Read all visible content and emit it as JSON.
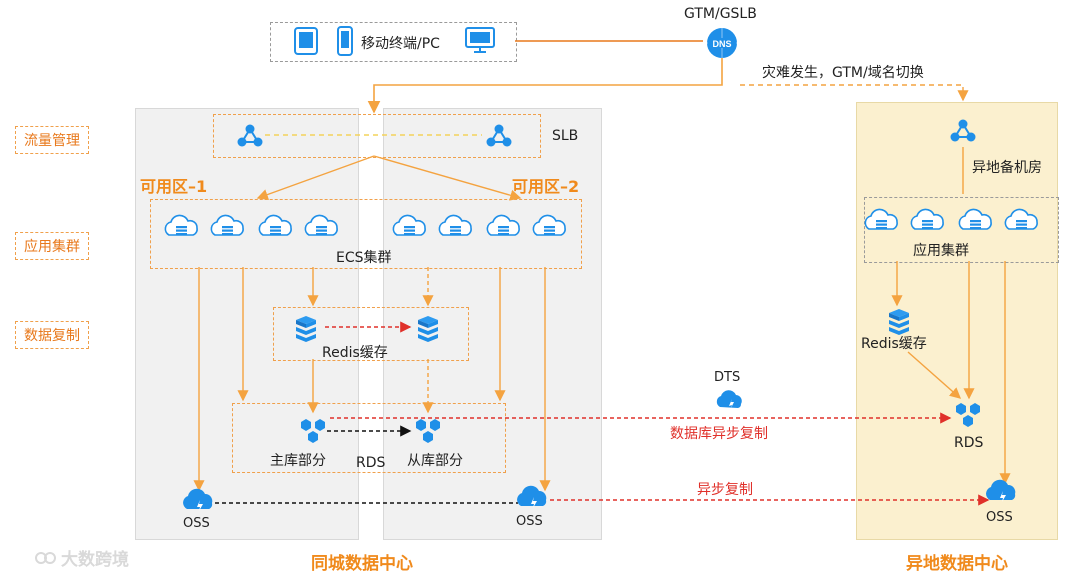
{
  "client": {
    "label": "移动终端/PC",
    "icons": [
      "tablet-icon",
      "phone-icon",
      "monitor-icon"
    ]
  },
  "gtm": {
    "title": "GTM/GSLB",
    "icon_text": "DNS",
    "failover_label": "灾难发生，GTM/域名切换"
  },
  "row_tags": [
    "流量管理",
    "应用集群",
    "数据复制"
  ],
  "local_dc": {
    "title": "同城数据中心",
    "slb_label": "SLB",
    "az1": "可用区–1",
    "az2": "可用区–2",
    "ecs_label": "ECS集群",
    "redis_label": "Redis缓存",
    "rds": {
      "label": "RDS",
      "primary": "主库部分",
      "replica": "从库部分"
    },
    "oss_left": "OSS",
    "oss_right": "OSS"
  },
  "remote_dc": {
    "title": "异地数据中心",
    "room_label": "异地备机房",
    "app_label": "应用集群",
    "redis_label": "Redis缓存",
    "rds_label": "RDS",
    "oss_label": "OSS"
  },
  "replication": {
    "dts_label": "DTS",
    "db_async_label": "数据库异步复制",
    "async_label": "异步复制"
  },
  "watermark": "大数跨境",
  "colors": {
    "orange": "#f4a340",
    "dark_orange": "#e8791c",
    "red": "#e0302a",
    "blue": "#1f8fe8",
    "zone_gray": "#f1f1f1",
    "remote_bg": "#fbf0cf"
  }
}
